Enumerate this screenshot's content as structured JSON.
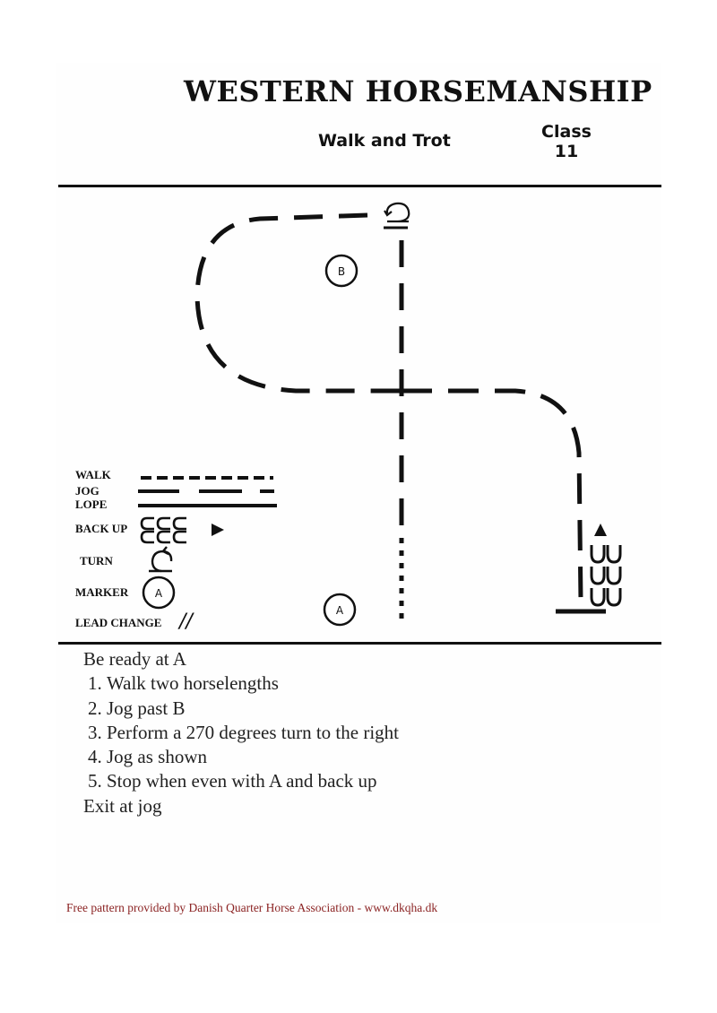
{
  "header": {
    "title": "WESTERN HORSEMANSHIP",
    "subtitle": "Walk and Trot",
    "class_label": "Class",
    "class_number": "11"
  },
  "diagram": {
    "markers": {
      "b": "B",
      "a_start": "A"
    }
  },
  "legend": {
    "walk": "WALK",
    "jog": "JOG",
    "lope": "LOPE",
    "back_up": "BACK UP",
    "turn": "TURN",
    "marker": "MARKER",
    "marker_example": "A",
    "lead_change": "LEAD CHANGE",
    "lead_change_symbol": "//"
  },
  "instructions": {
    "intro": "Be ready at A",
    "steps": [
      "Walk two horselengths",
      "Jog past B",
      "Perform a 270 degrees turn to the right",
      "Jog as shown",
      "Stop when even with A and back up"
    ],
    "outro": "Exit at jog"
  },
  "footer": {
    "text": "Free pattern provided by Danish Quarter Horse Association - www.dkqha.dk",
    "color": "#8b2323"
  }
}
